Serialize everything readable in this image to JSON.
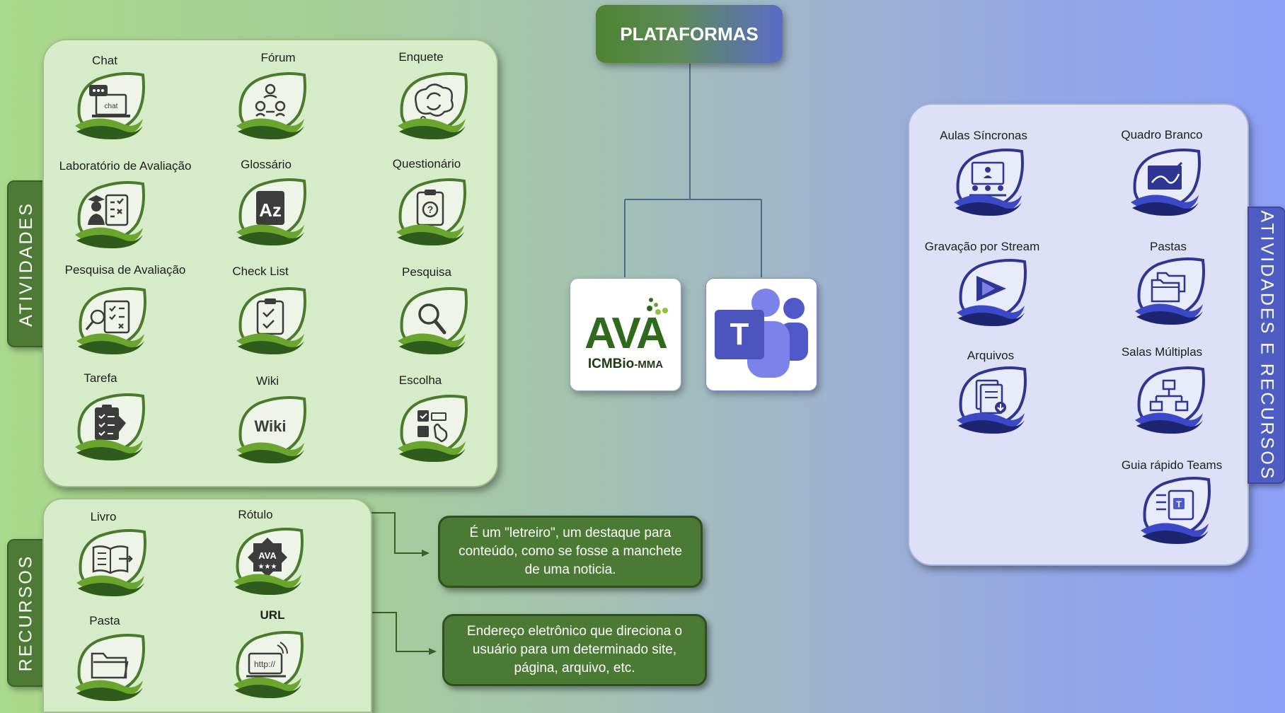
{
  "title": "PLATAFORMAS",
  "colors": {
    "green_dark": "#4a7a34",
    "blue_accent": "#4f5cc4",
    "ava_green": "#2f6a1c"
  },
  "ava_panel": {
    "tab_label": "ATIVIDADES",
    "items": [
      {
        "label": "Chat",
        "icon": "chat-icon"
      },
      {
        "label": "Fórum",
        "icon": "forum-icon"
      },
      {
        "label": "Enquete",
        "icon": "poll-icon"
      },
      {
        "label": "Laboratório de Avaliação",
        "icon": "evaluation-lab-icon"
      },
      {
        "label": "Glossário",
        "icon": "glossary-icon"
      },
      {
        "label": "Questionário",
        "icon": "quiz-icon"
      },
      {
        "label": "Pesquisa de Avaliação",
        "icon": "evaluation-survey-icon"
      },
      {
        "label": "Check List",
        "icon": "checklist-icon"
      },
      {
        "label": "Pesquisa",
        "icon": "search-icon"
      },
      {
        "label": "Tarefa",
        "icon": "task-icon"
      },
      {
        "label": "Wiki",
        "icon": "wiki-icon"
      },
      {
        "label": "Escolha",
        "icon": "choice-icon"
      }
    ]
  },
  "resources_panel": {
    "tab_label": "RECURSOS",
    "items": [
      {
        "label": "Livro",
        "icon": "book-icon"
      },
      {
        "label": "Rótulo",
        "icon": "label-badge-icon"
      },
      {
        "label": "Pasta",
        "icon": "folder-icon"
      },
      {
        "label": "URL",
        "icon": "url-icon"
      }
    ]
  },
  "callouts": {
    "rotulo": "É um \"letreiro\", um destaque para conteúdo, como se fosse a manchete de uma noticia.",
    "url": "Endereço eletrônico que direciona o usuário para um determinado site, página, arquivo, etc."
  },
  "logos": {
    "ava_main": "AVA",
    "ava_sub": "ICMBio",
    "ava_suffix": "-MMA",
    "teams_letter": "T"
  },
  "teams_panel": {
    "tab_label": "ATIVIDADES E RECURSOS",
    "items": [
      {
        "label": "Aulas Síncronas",
        "icon": "classroom-icon"
      },
      {
        "label": "Quadro Branco",
        "icon": "whiteboard-icon"
      },
      {
        "label": "Gravação por Stream",
        "icon": "stream-play-icon"
      },
      {
        "label": "Pastas",
        "icon": "folders-icon"
      },
      {
        "label": "Arquivos",
        "icon": "files-download-icon"
      },
      {
        "label": "Salas Múltiplas",
        "icon": "breakout-rooms-icon"
      },
      {
        "label": "Guia rápido Teams",
        "icon": "teams-guide-icon"
      }
    ]
  }
}
